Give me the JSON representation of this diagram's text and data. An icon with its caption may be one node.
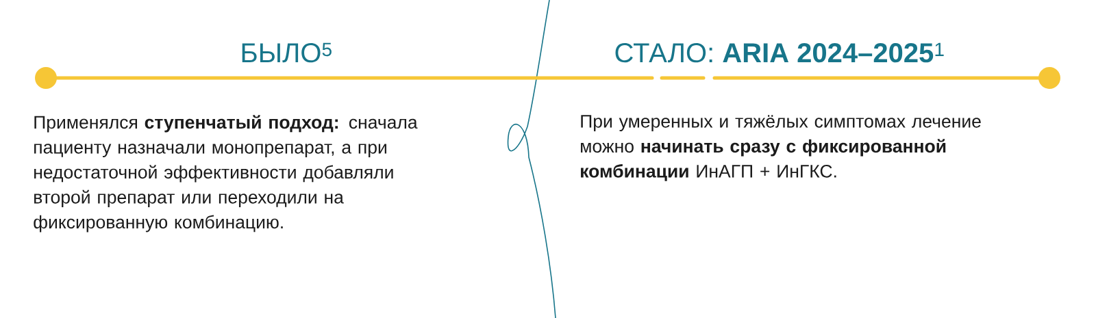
{
  "diagram": {
    "labels": [
      "БЫЛО$^{5}$",
      "СТАЛО: **ARIA 2024–2025**$^{1}$",
      "Применялся **ступенчатый подход:** сначала пациенту назначали монопрепарат, а при недостаточной эффективности добавляли второй препарат или переходили на фиксированную комбинацию.",
      "При умеренных и тяжёлых симптомах лечение можно **начинать сразу с фиксированной комбинации** ИнАГП + ИнГКС."
    ]
  }
}
